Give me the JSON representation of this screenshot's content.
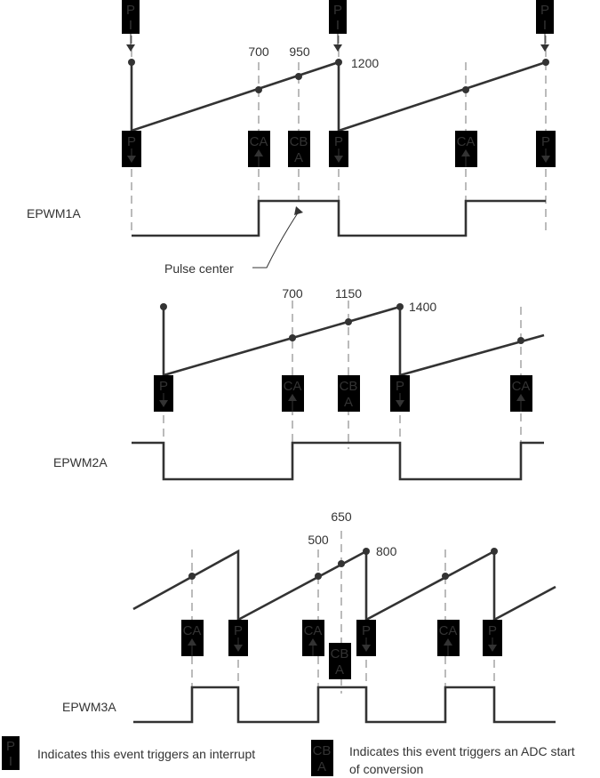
{
  "event_labels": {
    "period": "P",
    "interrupt": "I",
    "compare_a": "CA",
    "compare_b_line1": "CB",
    "compare_b_line2": "A"
  },
  "epwm1": {
    "signal": "EPWM1A",
    "values": [
      "700",
      "950",
      "1200"
    ],
    "annotation": "Pulse center"
  },
  "epwm2": {
    "signal": "EPWM2A",
    "values": [
      "700",
      "1150",
      "1400"
    ]
  },
  "epwm3": {
    "signal": "EPWM3A",
    "values": [
      "500",
      "650",
      "800"
    ]
  },
  "legend": {
    "interrupt_text": "Indicates this event triggers an interrupt",
    "adc_text_line1": "Indicates this event triggers an ADC start",
    "adc_text_line2": "of conversion"
  }
}
